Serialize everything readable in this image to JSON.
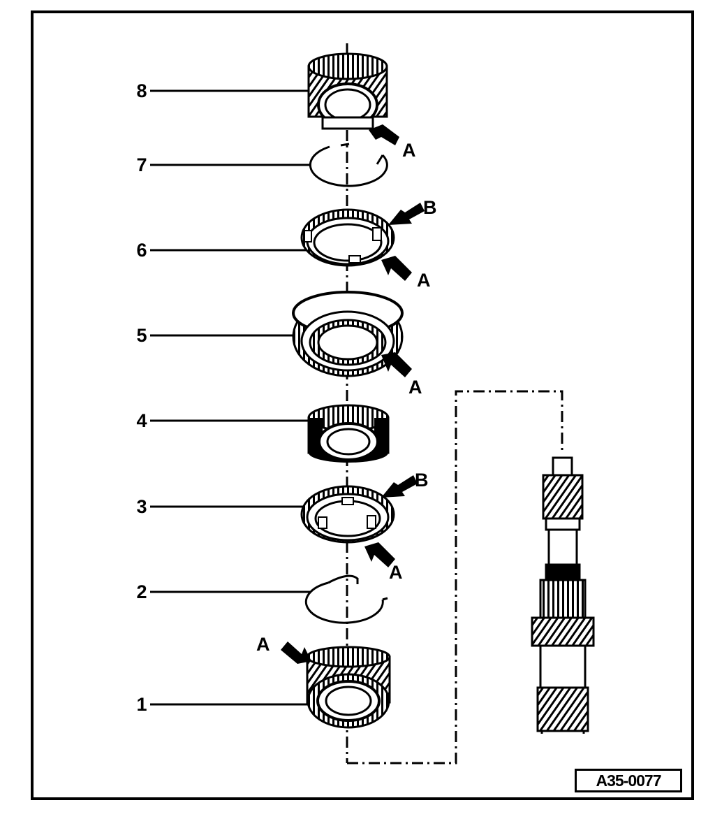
{
  "parts": [
    {
      "number": "8",
      "name": "gear"
    },
    {
      "number": "7",
      "name": "circlip"
    },
    {
      "number": "6",
      "name": "synchro-ring"
    },
    {
      "number": "5",
      "name": "sleeve"
    },
    {
      "number": "4",
      "name": "hub"
    },
    {
      "number": "3",
      "name": "synchro-ring"
    },
    {
      "number": "2",
      "name": "circlip"
    },
    {
      "number": "1",
      "name": "gear"
    }
  ],
  "marker_a": "A",
  "marker_b": "B",
  "figure_id": "A35-0077"
}
